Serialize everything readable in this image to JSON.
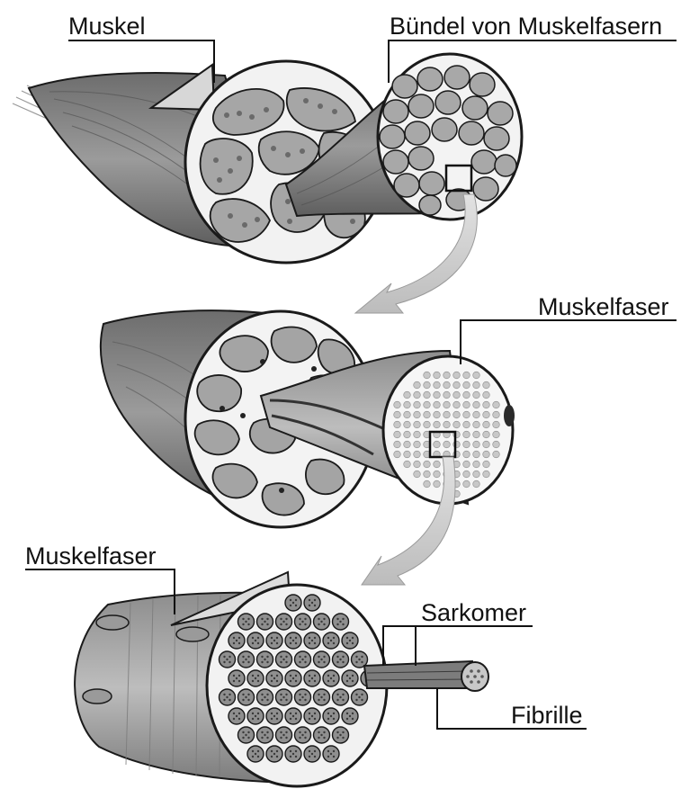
{
  "labels": {
    "muskel": "Muskel",
    "buendel": "Bündel von Muskelfasern",
    "muskelfaser_top": "Muskelfaser",
    "muskelfaser_bottom": "Muskelfaser",
    "sarkomer": "Sarkomer",
    "fibrille": "Fibrille"
  },
  "colors": {
    "outline": "#1a1a1a",
    "muscle_tissue": "#8c8c8c",
    "fascicle_fill": "#a3a3a3",
    "connective_tissue": "#f4f4f4",
    "arrow": "#c8c8c8"
  }
}
